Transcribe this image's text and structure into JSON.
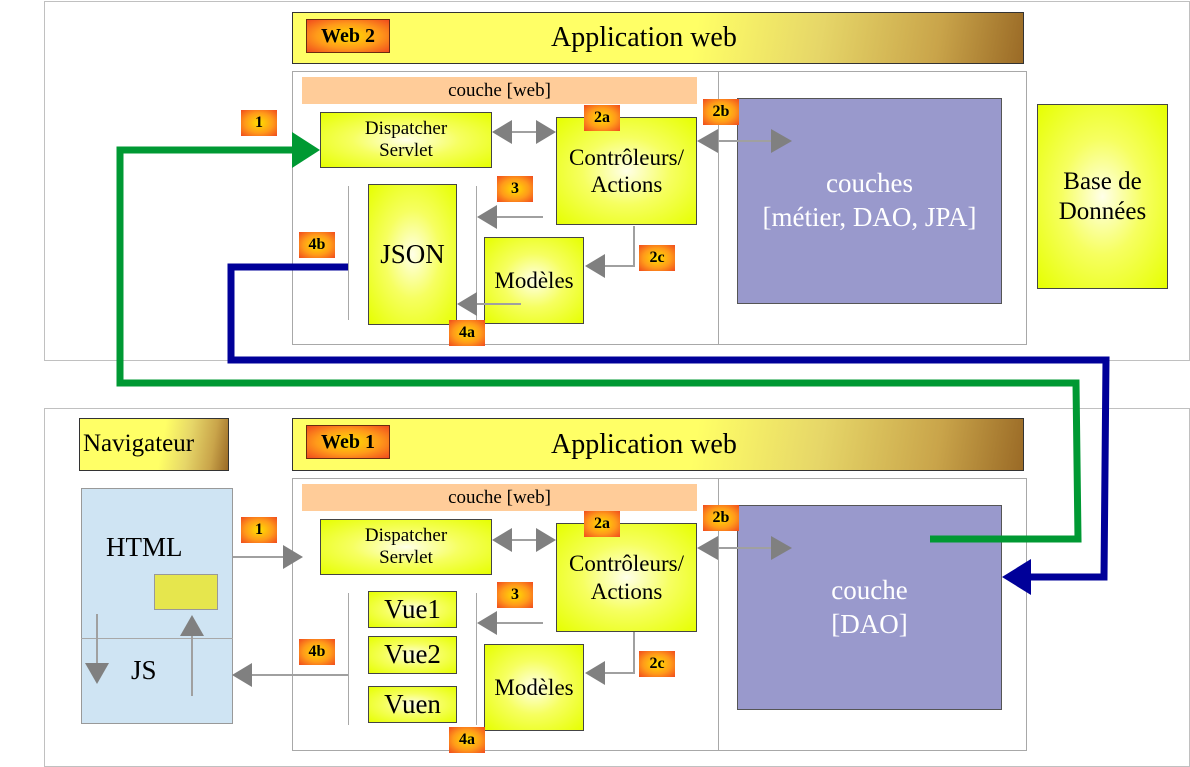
{
  "colors": {
    "green_flow": "#009933",
    "blue_flow": "#000099",
    "gray_arrow": "#808080",
    "yellow_box": "#e6ff00",
    "purple_box": "#9999cc",
    "couche_web": "#ffcc99",
    "browser_bg": "#cfe4f3"
  },
  "web2": {
    "badge": "Web 2",
    "title": "Application web",
    "couche_web": "couche [web]",
    "dispatcher": [
      "Dispatcher",
      "Servlet"
    ],
    "controleurs": [
      "Contrôleurs/",
      "Actions"
    ],
    "json": "JSON",
    "modeles": "Modèles",
    "couches": [
      "couches",
      "[métier, DAO, JPA]"
    ],
    "database": [
      "Base de",
      "Données"
    ],
    "steps": {
      "s1": "1",
      "s2a": "2a",
      "s2b": "2b",
      "s2c": "2c",
      "s3": "3",
      "s4a": "4a",
      "s4b": "4b"
    }
  },
  "web1": {
    "badge": "Web 1",
    "title": "Application web",
    "couche_web": "couche [web]",
    "dispatcher": [
      "Dispatcher",
      "Servlet"
    ],
    "controleurs": [
      "Contrôleurs/",
      "Actions"
    ],
    "vues": [
      "Vue1",
      "Vue2",
      "Vuen"
    ],
    "modeles": "Modèles",
    "couche_dao": [
      "couche",
      "[DAO]"
    ],
    "steps": {
      "s1": "1",
      "s2a": "2a",
      "s2b": "2b",
      "s2c": "2c",
      "s3": "3",
      "s4a": "4a",
      "s4b": "4b"
    }
  },
  "browser": {
    "title": "Navigateur",
    "html": "HTML",
    "js": "JS"
  }
}
